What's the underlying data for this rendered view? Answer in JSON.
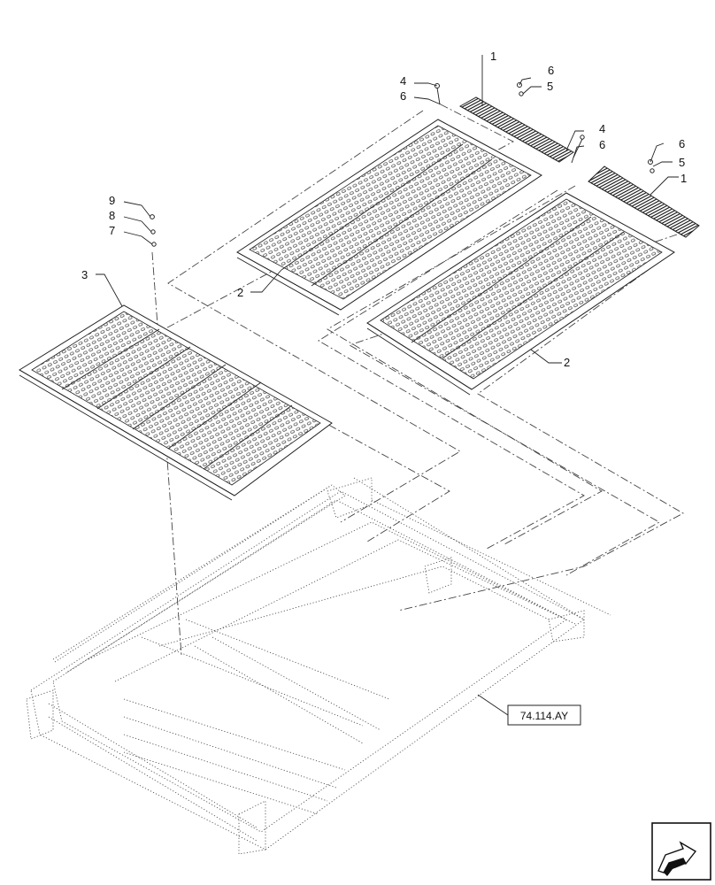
{
  "callouts": {
    "c1a": "1",
    "c1b": "1",
    "c2a": "2",
    "c2b": "2",
    "c3": "3",
    "c4a": "4",
    "c4b": "4",
    "c5a": "5",
    "c5b": "5",
    "c6a": "6",
    "c6b": "6",
    "c6c": "6",
    "c6d": "6",
    "c7": "7",
    "c8": "8",
    "c9": "9"
  },
  "reference_label": "74.114.AY",
  "nav_icon": "arrow-next-page-icon"
}
